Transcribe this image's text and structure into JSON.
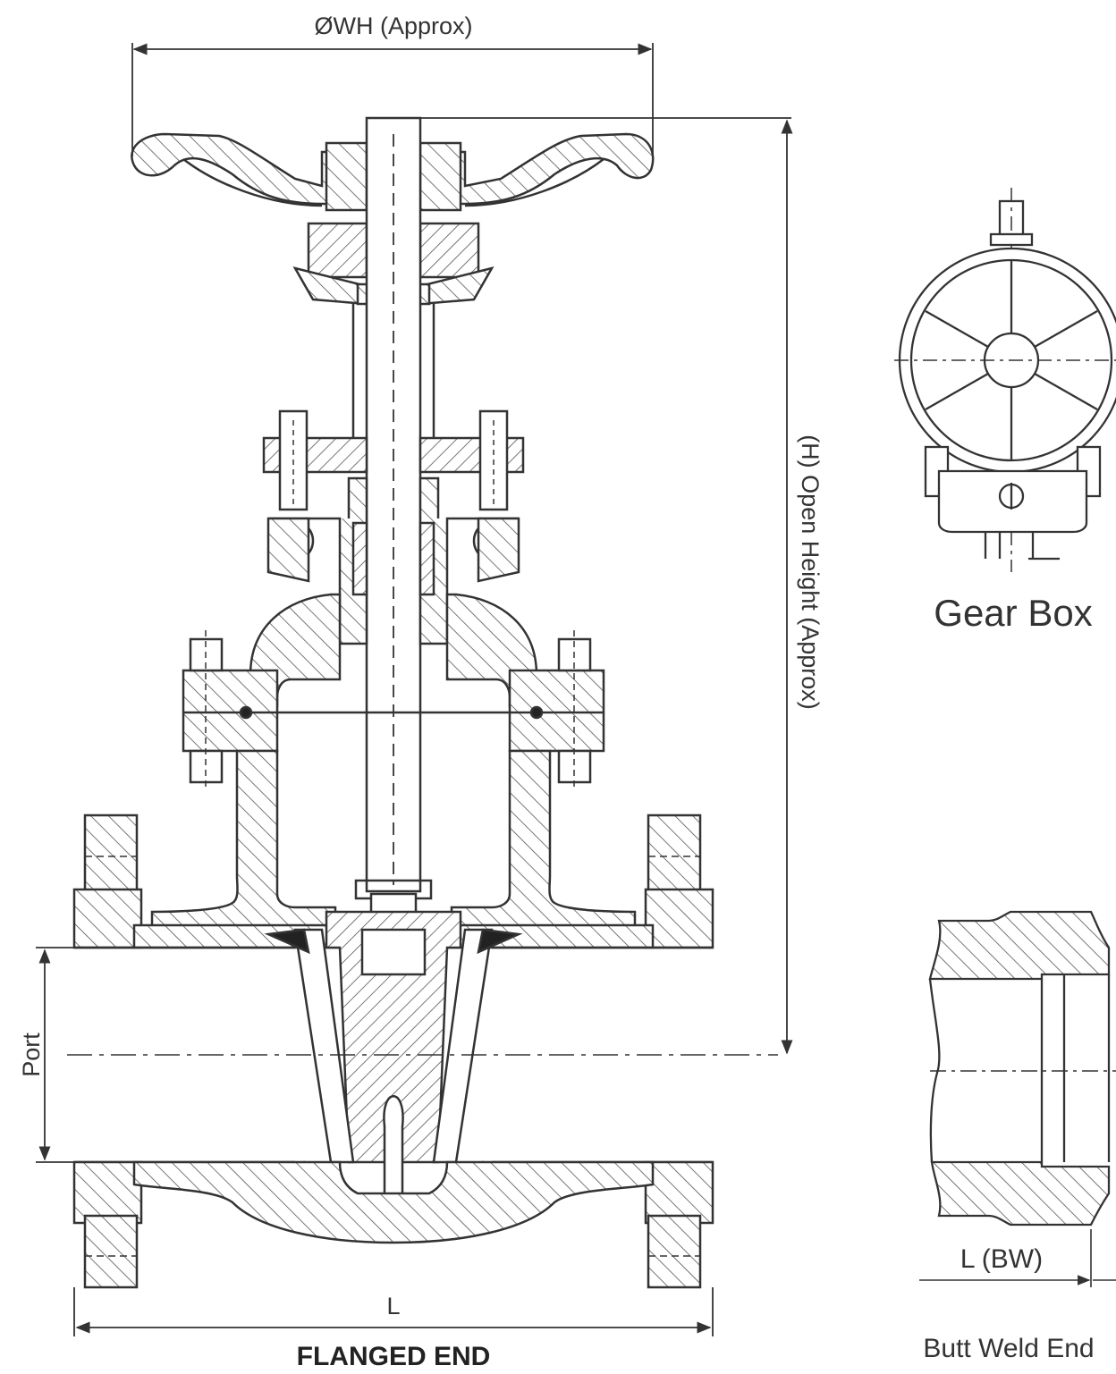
{
  "labels": {
    "wheel_diameter": "ØWH (Approx)",
    "open_height": "(H) Open Height (Approx)",
    "port": "Port",
    "length": "L",
    "flanged_end": "FLANGED END",
    "gear_box": "Gear Box",
    "length_bw": "L (BW)",
    "butt_weld_end": "Butt Weld End"
  },
  "colors": {
    "line": "#333333",
    "hatch": "#555555",
    "background": "#ffffff"
  }
}
